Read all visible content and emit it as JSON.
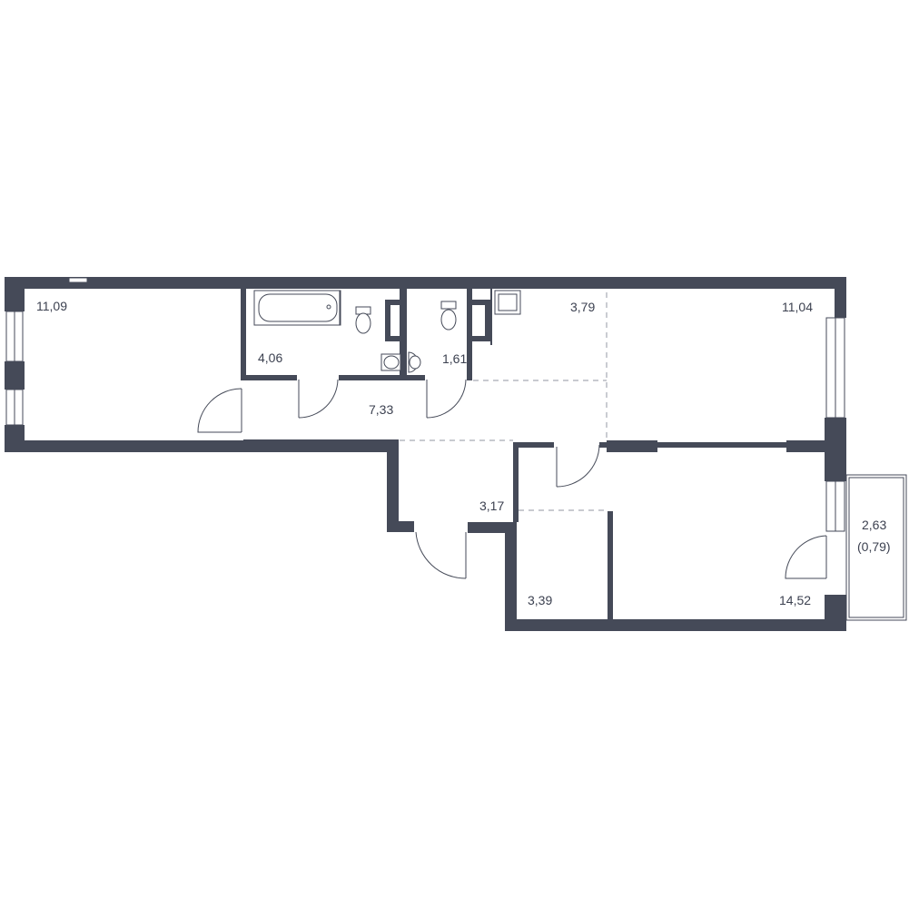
{
  "floorplan": {
    "rooms": [
      {
        "id": "room-left",
        "area": "11,09"
      },
      {
        "id": "bathroom",
        "area": "4,06"
      },
      {
        "id": "toilet",
        "area": "1,61"
      },
      {
        "id": "kitchen",
        "area": "3,79"
      },
      {
        "id": "room-right",
        "area": "11,04"
      },
      {
        "id": "hall",
        "area": "7,33"
      },
      {
        "id": "corridor",
        "area": "3,17"
      },
      {
        "id": "storage",
        "area": "3,39"
      },
      {
        "id": "room-bottom",
        "area": "14,52"
      },
      {
        "id": "balcony",
        "area": "2,63",
        "note": "(0,79)"
      }
    ],
    "colors": {
      "wall": "#454a58",
      "dash": "#a7aab3",
      "text": "#3c4150"
    }
  }
}
